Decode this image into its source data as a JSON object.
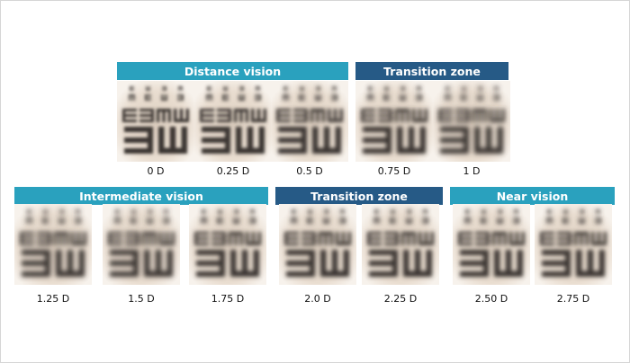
{
  "banners": {
    "distance": "Distance vision",
    "transition_top": "Transition zone",
    "intermediate": "Intermediate vision",
    "transition_bottom": "Transition zone",
    "near": "Near vision"
  },
  "charts": [
    {
      "label": "0 D",
      "blur": 1.6
    },
    {
      "label": "0.25 D",
      "blur": 1.8
    },
    {
      "label": "0.5 D",
      "blur": 2.0
    },
    {
      "label": "0.75 D",
      "blur": 2.3
    },
    {
      "label": "1 D",
      "blur": 2.6
    },
    {
      "label": "1.25 D",
      "blur": 2.6
    },
    {
      "label": "1.5 D",
      "blur": 2.6
    },
    {
      "label": "1.75 D",
      "blur": 2.4
    },
    {
      "label": "2.0 D",
      "blur": 2.3
    },
    {
      "label": "2.25 D",
      "blur": 2.3
    },
    {
      "label": "2.50 D",
      "blur": 2.4
    },
    {
      "label": "2.75 D",
      "blur": 2.5
    }
  ],
  "colors": {
    "teal": "#2aa1be",
    "navy": "#265a86",
    "chart_bg": "#e9ddd0"
  }
}
